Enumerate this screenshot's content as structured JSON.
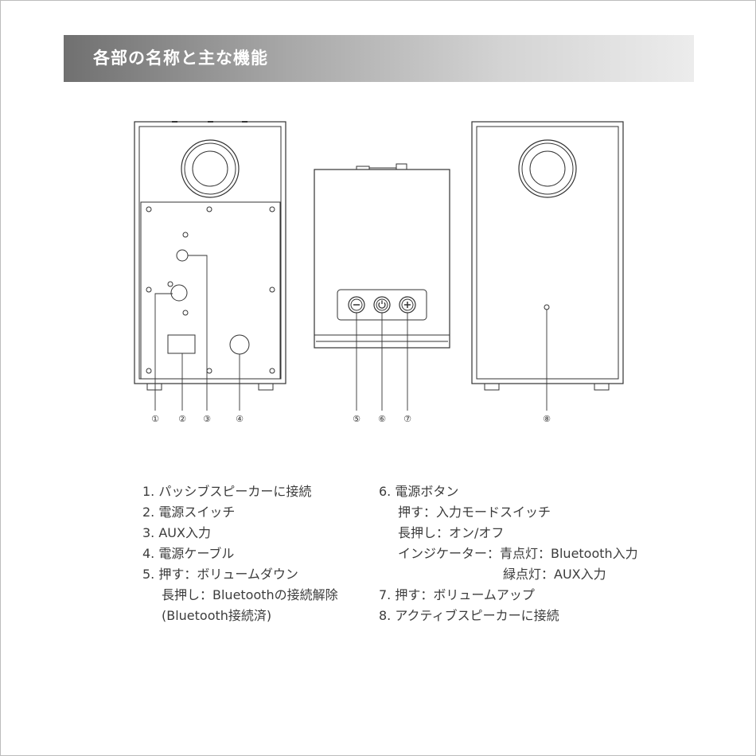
{
  "header": {
    "title": "各部の名称と主な機能"
  },
  "callouts": [
    "①",
    "②",
    "③",
    "④",
    "⑤",
    "⑥",
    "⑦",
    "⑧"
  ],
  "legend": {
    "left": [
      {
        "text": "1. パッシブスピーカーに接続"
      },
      {
        "text": "2. 電源スイッチ"
      },
      {
        "text": "3. AUX入力"
      },
      {
        "text": "4. 電源ケーブル"
      },
      {
        "text": "5. 押す：ボリュームダウン"
      },
      {
        "text": "長押し：Bluetoothの接続解除",
        "indent": true
      },
      {
        "text": "(Bluetooth接続済)",
        "indent": true
      }
    ],
    "right": [
      {
        "text": "6. 電源ボタン"
      },
      {
        "text": "押す：入力モードスイッチ",
        "indent": true
      },
      {
        "text": "長押し：オン/オフ",
        "indent": true
      },
      {
        "text": "インジケーター：青点灯：Bluetooth入力",
        "indent": true
      },
      {
        "text": "緑点灯：AUX入力",
        "indent2": true
      },
      {
        "text": "7. 押す：ボリュームアップ"
      },
      {
        "text": "8. アクティブスピーカーに接続"
      }
    ]
  }
}
